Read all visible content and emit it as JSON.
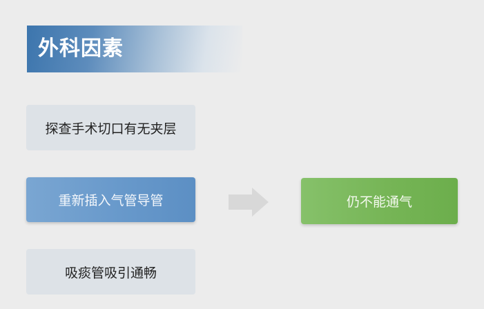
{
  "title": "外科因素",
  "steps": [
    {
      "label": "探查手术切口有无夹层"
    },
    {
      "label": "重新插入气管导管",
      "highlight": "blue"
    },
    {
      "label": "吸痰管吸引通畅"
    }
  ],
  "result": {
    "label": "仍不能通气",
    "color": "#76b556"
  },
  "arrow": {
    "icon": "right-arrow-icon",
    "color": "#d8d8d8"
  },
  "colors": {
    "background": "#ececec",
    "title_banner": "#3c75ad",
    "plain_box": "#dde2e7",
    "blue_box": "#6899cb",
    "green_box": "#76b556"
  }
}
